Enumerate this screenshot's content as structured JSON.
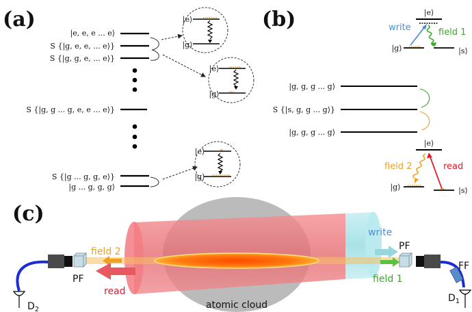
{
  "panels": {
    "a": "(a)",
    "b": "(b)",
    "c": "(c)"
  },
  "panel_a": {
    "state_labels": [
      "|e, e, e ... e⟩",
      "S {|g, e, e, ... e⟩}",
      "S {|g, g, e, ... e⟩}",
      "S {|g, g ... g, e, e ... e⟩}",
      "S {|g ... g, g, e⟩}",
      "|g ... g, g, g⟩"
    ],
    "inset_labels": {
      "excited": "|e⟩",
      "ground": "|g⟩"
    }
  },
  "panel_b": {
    "level_labels": {
      "e_top": "|e⟩",
      "g_top": "|g⟩",
      "s_top": "|s⟩",
      "e_bottom": "|e⟩",
      "g_bottom": "|g⟩",
      "s_bottom": "|s⟩"
    },
    "field_labels": {
      "write": "write",
      "field1": "field 1",
      "field2": "field 2",
      "read": "read"
    },
    "state_labels": [
      "|g, g, g ... g⟩",
      "S {|s, g, g ... g⟩}",
      "|g, g, g ... g⟩"
    ]
  },
  "panel_c": {
    "labels": {
      "write": "write",
      "field1": "field 1",
      "field2": "field 2",
      "read": "read",
      "pf_left": "PF",
      "pf_right": "PF",
      "ff": "FF",
      "cloud": "atomic cloud",
      "d1": "D",
      "d1_sub": "1",
      "d2": "D",
      "d2_sub": "2"
    }
  },
  "colors": {
    "write": "#4a8fd4",
    "field1": "#3aaa2a",
    "field2": "#f0a020",
    "read": "#e8192c",
    "beam_red": "#e8585f",
    "beam_cyan": "#a9e4ea",
    "cloud": "#b4b4b4",
    "fiber": "#1a2bd8"
  }
}
